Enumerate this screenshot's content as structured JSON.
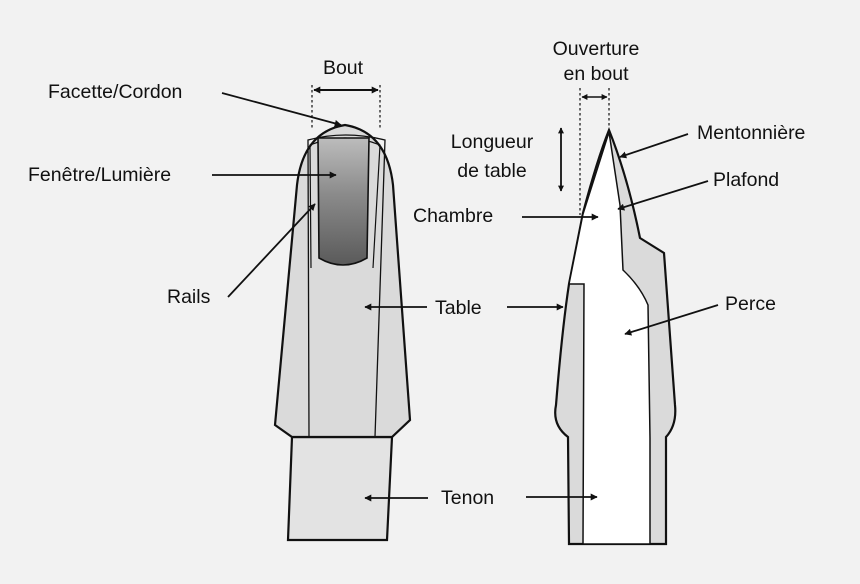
{
  "labels": {
    "bout": "Bout",
    "ouverture_line1": "Ouverture",
    "ouverture_line2": "en bout",
    "facette": "Facette/Cordon",
    "fenetre": "Fenêtre/Lumière",
    "rails": "Rails",
    "table": "Table",
    "tenon": "Tenon",
    "longueur_line1": "Longueur",
    "longueur_line2": "de table",
    "chambre": "Chambre",
    "mentonniere": "Mentonnière",
    "plafond": "Plafond",
    "perce": "Perce"
  },
  "colors": {
    "background": "#f2f2f2",
    "outline": "#111111",
    "body_fill": "#dadada",
    "tenon_fill": "#e3e3e3",
    "section_white": "#ffffff",
    "window_dark": "#5c5c5c",
    "window_light": "#b9b9b9"
  }
}
